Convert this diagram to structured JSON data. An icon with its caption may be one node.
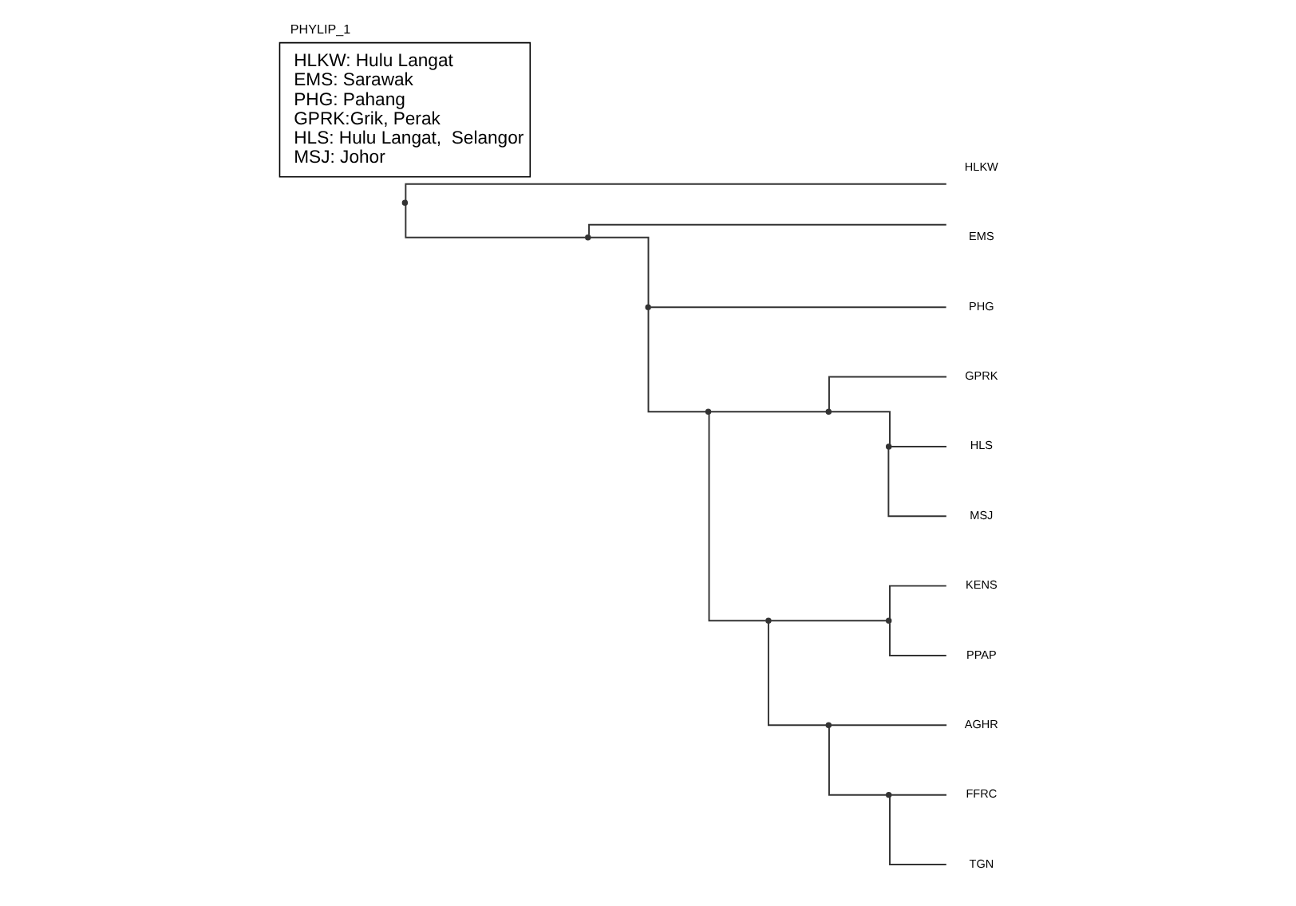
{
  "diagram": {
    "title": "PHYLIP_1",
    "nodes": [
      {
        "text": [],
        "shape": "point"
      },
      {
        "text": [
          "HLKW"
        ]
      },
      {
        "text": [],
        "shape": "point"
      },
      {
        "text": [
          "EMS"
        ]
      },
      {
        "text": [],
        "shape": "point"
      },
      {
        "text": [
          "PHG"
        ]
      },
      {
        "text": [],
        "shape": "point"
      },
      {
        "text": [],
        "shape": "point"
      },
      {
        "text": [
          "GPRK"
        ]
      },
      {
        "text": [],
        "shape": "point"
      },
      {
        "text": [
          "HLS"
        ]
      },
      {
        "text": [
          "MSJ"
        ]
      },
      {
        "text": [],
        "shape": "point"
      },
      {
        "text": [],
        "shape": "point"
      },
      {
        "text": [
          "KENS"
        ]
      },
      {
        "text": [
          "PPAP"
        ]
      },
      {
        "text": [],
        "shape": "point"
      },
      {
        "text": [
          "AGHR"
        ]
      },
      {
        "text": [],
        "shape": "point"
      },
      {
        "text": [
          "FFRC"
        ]
      },
      {
        "text": [
          "TGN"
        ]
      },
      {
        "text": [
          "HLKW: Hulu Langat",
          "EMS: Sarawak",
          "PHG: Pahang",
          "GPRK:Grik, Perak",
          "HLS: Hulu Langat,  Selangor",
          "MSJ: Johor"
        ]
      }
    ],
    "edges": [
      {
        "from": 0,
        "to": 1,
        "arrow": "none"
      },
      {
        "from": 0,
        "to": 2,
        "arrow": "none"
      },
      {
        "from": 2,
        "to": 3,
        "arrow": "none"
      },
      {
        "from": 2,
        "to": 4,
        "arrow": "none"
      },
      {
        "from": 4,
        "to": 5,
        "arrow": "none"
      },
      {
        "from": 4,
        "to": 6,
        "arrow": "none"
      },
      {
        "from": 6,
        "to": 7,
        "arrow": "none"
      },
      {
        "from": 6,
        "to": 12,
        "arrow": "none"
      },
      {
        "from": 7,
        "to": 8,
        "arrow": "none"
      },
      {
        "from": 7,
        "to": 9,
        "arrow": "none"
      },
      {
        "from": 9,
        "to": 10,
        "arrow": "none"
      },
      {
        "from": 9,
        "to": 11,
        "arrow": "none"
      },
      {
        "from": 12,
        "to": 13,
        "arrow": "none"
      },
      {
        "from": 12,
        "to": 16,
        "arrow": "none"
      },
      {
        "from": 13,
        "to": 14,
        "arrow": "none"
      },
      {
        "from": 13,
        "to": 15,
        "arrow": "none"
      },
      {
        "from": 16,
        "to": 17,
        "arrow": "none"
      },
      {
        "from": 16,
        "to": 18,
        "arrow": "none"
      },
      {
        "from": 18,
        "to": 19,
        "arrow": "none"
      },
      {
        "from": 18,
        "to": 20,
        "arrow": "none"
      }
    ]
  }
}
